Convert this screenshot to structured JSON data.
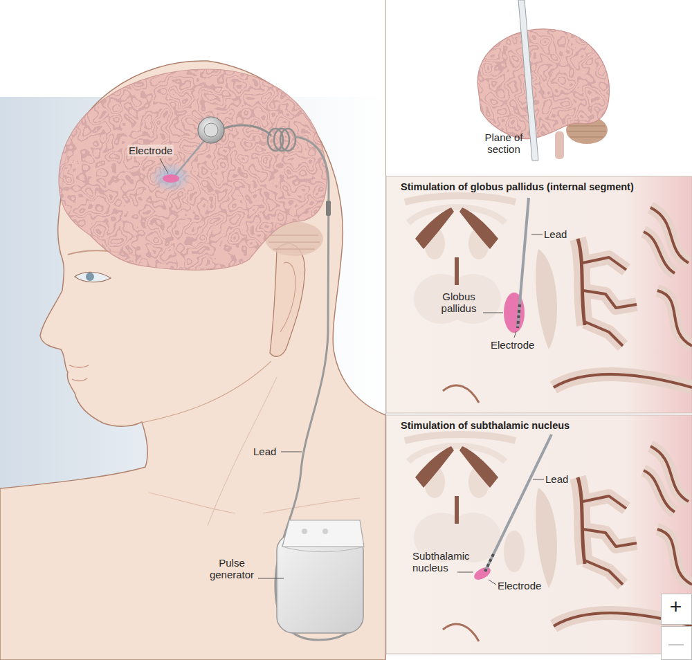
{
  "diagram": {
    "nodes": [
      {
        "text": [
          "Stimulation of globus pallidus (internal segment)"
        ]
      },
      {
        "text": [
          "Stimulation of subthalamic nucleus"
        ]
      }
    ],
    "labels": [
      "Electrode",
      "Lead",
      "Pulse generator",
      "Plane of section",
      "Lead",
      "Globus pallidus",
      "Electrode",
      "Lead",
      "Subthalamic nucleus",
      "Electrode",
      "+"
    ]
  }
}
